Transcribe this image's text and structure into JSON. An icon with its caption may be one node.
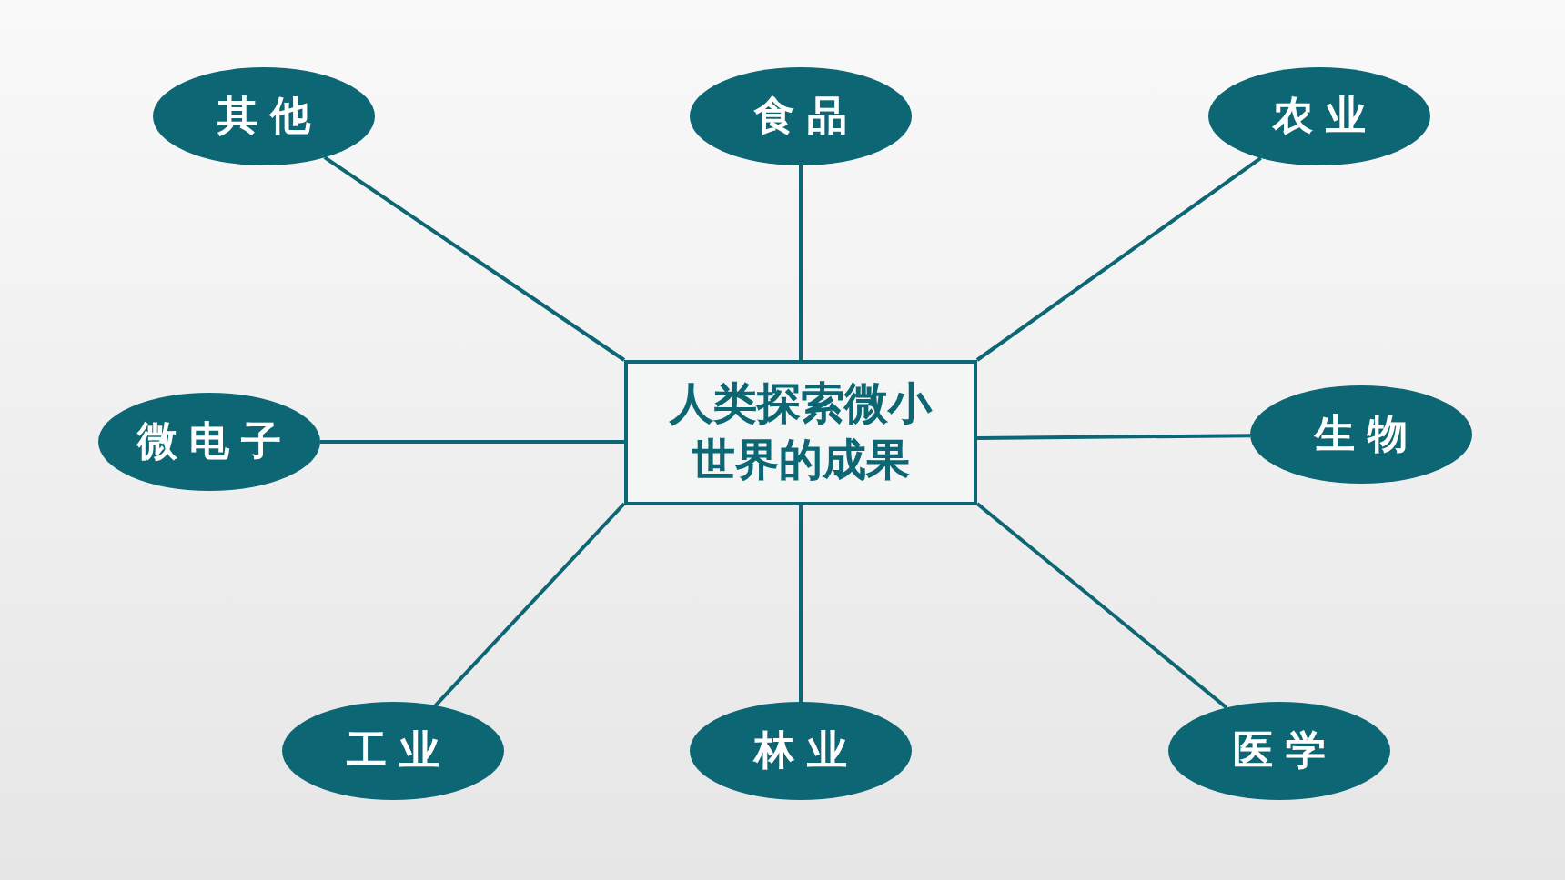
{
  "diagram": {
    "nodes": [
      {
        "text": [
          "其他"
        ]
      },
      {
        "text": [
          "食品"
        ]
      },
      {
        "text": [
          "农业"
        ]
      },
      {
        "text": [
          "人类探索微小世界的成果"
        ]
      },
      {
        "text": [
          "微电子"
        ]
      },
      {
        "text": [
          "生物"
        ]
      },
      {
        "text": [
          "工业"
        ]
      },
      {
        "text": [
          "林业"
        ]
      },
      {
        "text": [
          "医学"
        ]
      }
    ],
    "edges": [
      {
        "from": 3,
        "to": 0,
        "arrow": "none"
      },
      {
        "from": 3,
        "to": 1,
        "arrow": "none"
      },
      {
        "from": 3,
        "to": 2,
        "arrow": "none"
      },
      {
        "from": 3,
        "to": 4,
        "arrow": "none"
      },
      {
        "from": 3,
        "to": 5,
        "arrow": "none"
      },
      {
        "from": 3,
        "to": 6,
        "arrow": "none"
      },
      {
        "from": 3,
        "to": 7,
        "arrow": "none"
      },
      {
        "from": 3,
        "to": 8,
        "arrow": "none"
      }
    ]
  }
}
